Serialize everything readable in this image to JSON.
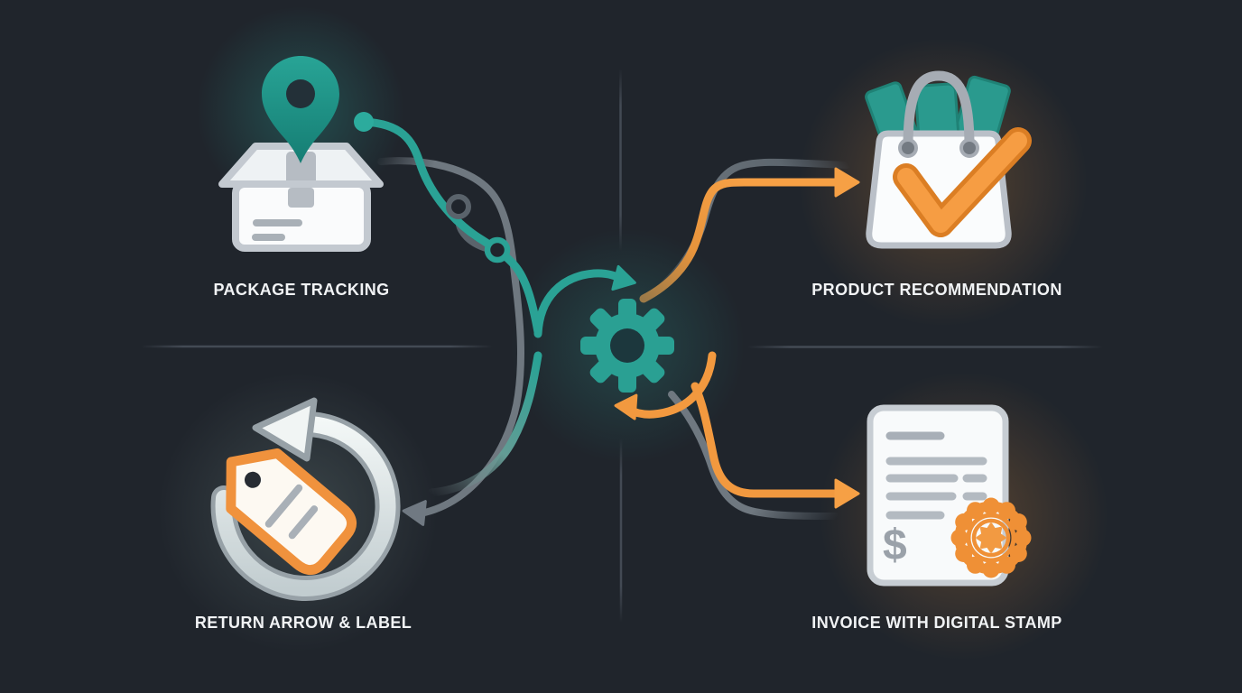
{
  "diagram": {
    "type": "quadrant-flow-infographic",
    "center": {
      "icon": "gear-icon"
    },
    "quadrants": {
      "top_left": {
        "label": "PACKAGE TRACKING",
        "icon": "package-location-pin-icon",
        "accent": "teal"
      },
      "top_right": {
        "label": "PRODUCT RECOMMENDATION",
        "icon": "shopping-bag-check-icon",
        "accent": "orange"
      },
      "bottom_left": {
        "label": "RETURN ARROW & LABEL",
        "icon": "return-arrow-tag-icon",
        "accent": "orange"
      },
      "bottom_right": {
        "label": "INVOICE WITH DIGITAL STAMP",
        "icon": "invoice-stamp-icon",
        "accent": "orange"
      }
    },
    "invoice": {
      "currency_symbol": "$"
    },
    "colors": {
      "background": "#20252c",
      "teal": "#2aa295",
      "teal_dark": "#157d73",
      "orange": "#f2993f",
      "orange_dark": "#db7e24",
      "gray_connector": "#6f7880",
      "icon_white": "#fafbfc",
      "icon_stroke": "#c3c9d0",
      "detail_gray": "#aab1b8",
      "divider": "#3d444e",
      "text": "#f1f3f5"
    }
  }
}
